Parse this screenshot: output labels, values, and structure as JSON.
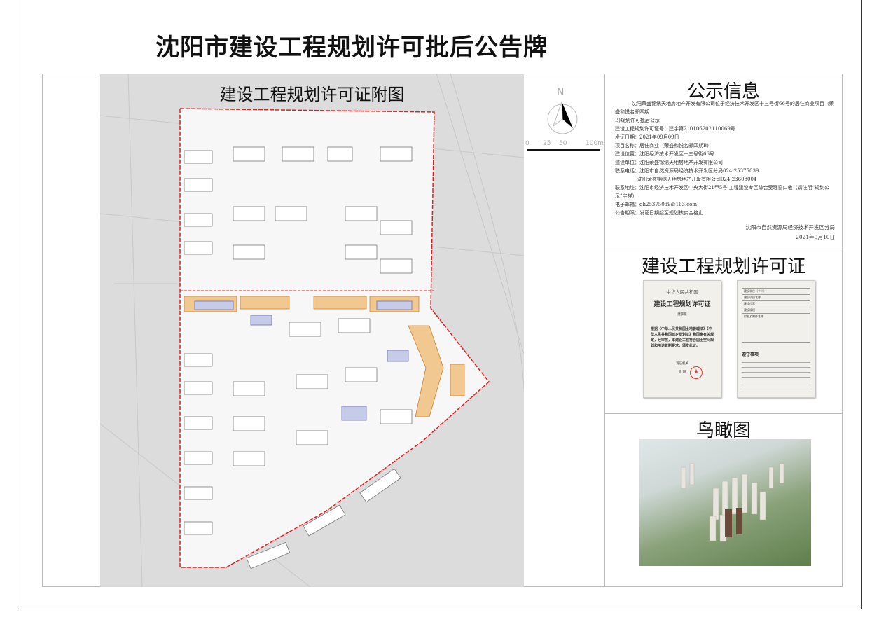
{
  "title": "沈阳市建设工程规划许可批后公告牌",
  "map": {
    "title": "建设工程规划许可证附图",
    "north": "N",
    "scale": [
      "0",
      "25",
      "50",
      "100m"
    ]
  },
  "info": {
    "title": "公示信息",
    "intro_1": "沈阳荣盛锦绣天地房地产开发有限公司位于经济技术开发区十三号街66号的居住商业项目（荣盛和悦名邸四期",
    "intro_2": "B)规划许可批后公示",
    "lines": [
      "建设工程规划许可证号：建字第210106202110069号",
      "发证日期：2021年09月09日",
      "项目名称：居住商业（荣盛和悦名邸四期B)",
      "建设位置：沈阳经济技术开发区十三号街66号",
      "建设单位：沈阳荣盛锦绣天地房地产开发有限公司",
      "联系电话：沈阳市自然资源局经济技术开发区分局024-25375039"
    ],
    "phone_2": "沈阳荣盛锦绣天地房地产开发有限公司024-23608004",
    "lines_2": [
      "联系地址：沈阳市经济技术开发区中央大街21甲5号 工程建设专区综合受理窗口收（请注明“规划公示”字样）",
      "电子邮箱：gh25375039@163.com",
      "公告期限：发证日期起至规划核实合格止"
    ],
    "issuer": "沈阳市自然资源局经济技术开发区分局",
    "date": "2021年9月10日"
  },
  "permit": {
    "title": "建设工程规划许可证",
    "country": "中华人民共和国",
    "doc_title": "建设工程规划许可证",
    "number_label": "建字第",
    "body": "根据《中华人民共和国土地管理法》《中华人民共和国城乡规划法》和国家有关规定，经审核，本建设工程符合国土空间规划和用途管制要求，颁发此证。",
    "issuer_label": "发证机关",
    "date_label": "日 期",
    "notes_title": "遵守事项",
    "fields": [
      "建设单位（个人）",
      "建设项目名称",
      "建设位置",
      "建设规模",
      "附图及附件名称"
    ]
  },
  "aerial": {
    "title": "鸟瞰图"
  }
}
